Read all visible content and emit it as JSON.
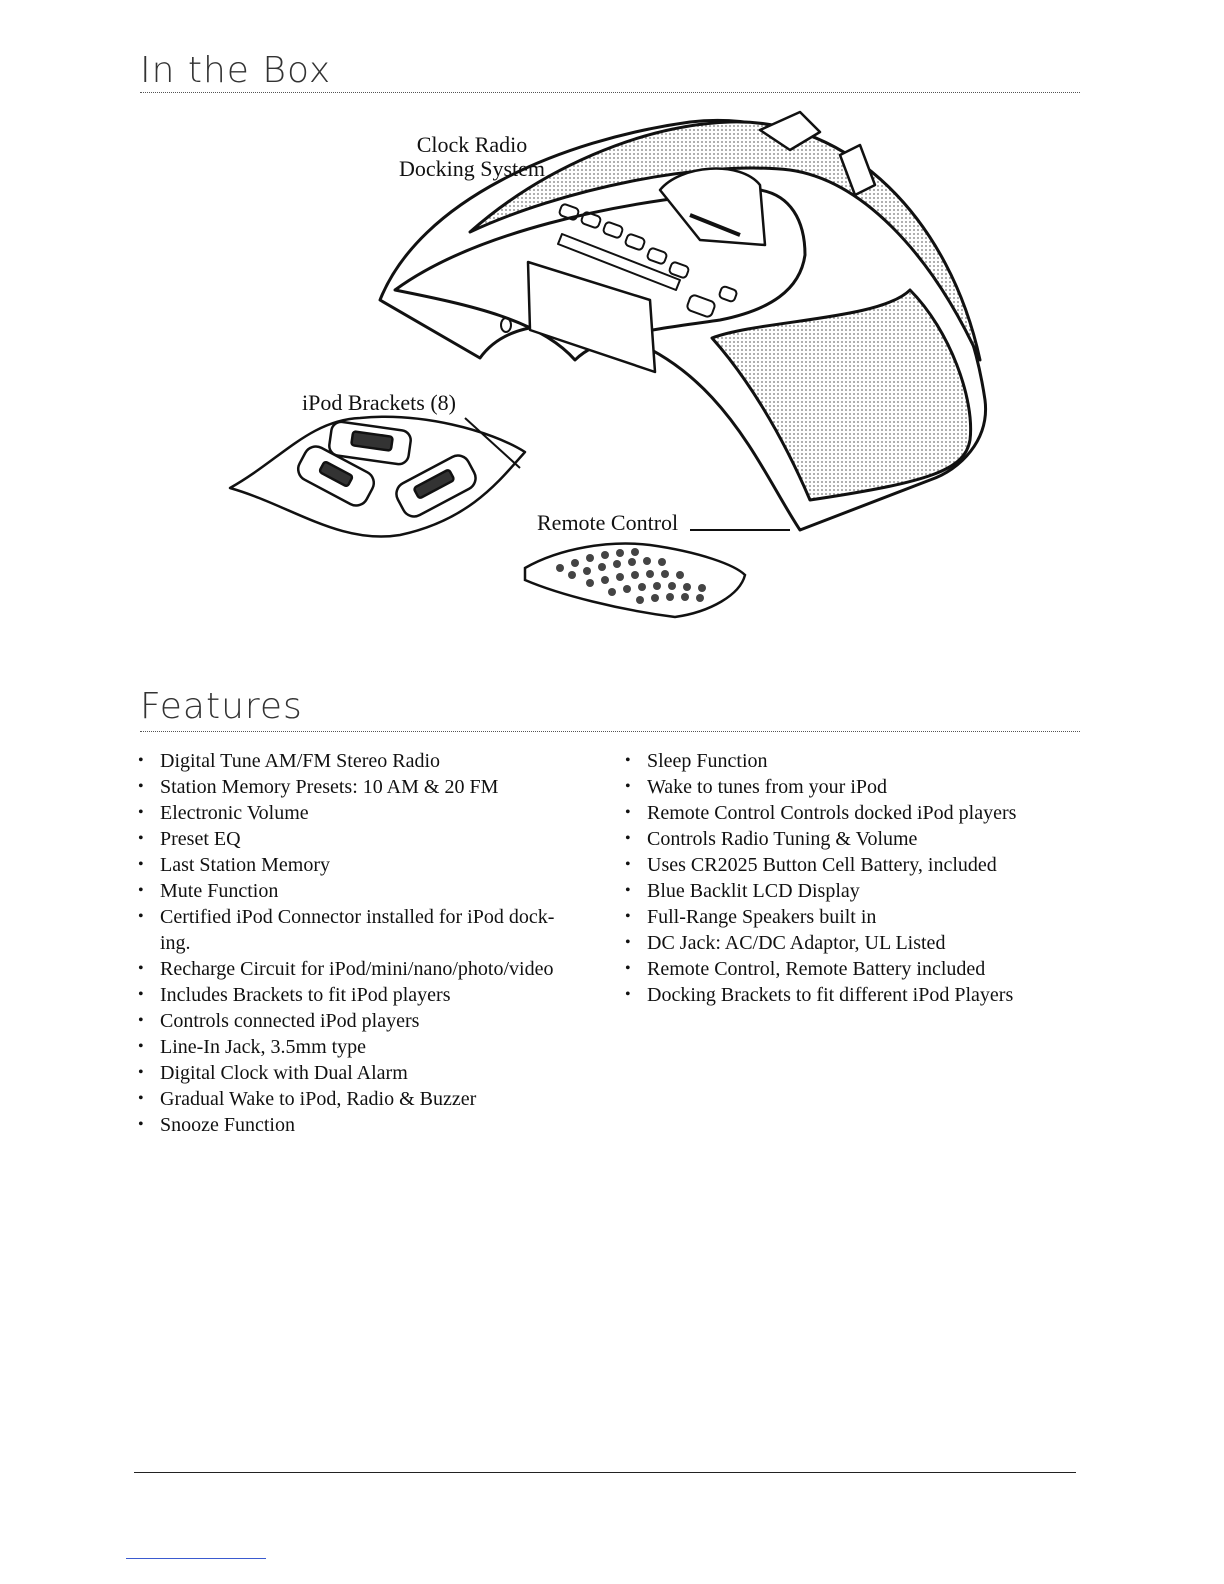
{
  "in_the_box": {
    "title": "In the Box",
    "labels": {
      "clock_radio": [
        "Clock Radio",
        "Docking System"
      ],
      "brackets": "iPod Brackets (8)",
      "remote": "Remote Control"
    }
  },
  "features": {
    "title": "Features",
    "left": [
      "Digital Tune AM/FM Stereo Radio",
      "Station Memory Presets: 10 AM & 20 FM",
      "Electronic Volume",
      "Preset EQ",
      "Last Station Memory",
      "Mute Function",
      "Certified iPod Connector installed for iPod dock- ing.",
      "Recharge Circuit for iPod/mini/nano/photo/video",
      "Includes Brackets to fit iPod players",
      "Controls connected iPod players",
      "Line-In Jack, 3.5mm type",
      "Digital Clock with Dual Alarm",
      "Gradual Wake to iPod, Radio & Buzzer",
      "Snooze Function"
    ],
    "right": [
      "Sleep Function",
      "Wake to tunes from your iPod",
      "Remote Control Controls docked iPod players",
      "Controls Radio Tuning & Volume",
      "Uses CR2025 Button Cell Battery, included",
      "Blue Backlit LCD Display",
      "Full-Range Speakers built in",
      "DC Jack: AC/DC Adaptor, UL Listed",
      "Remote Control, Remote Battery included",
      "Docking Brackets to fit different iPod Players"
    ]
  }
}
